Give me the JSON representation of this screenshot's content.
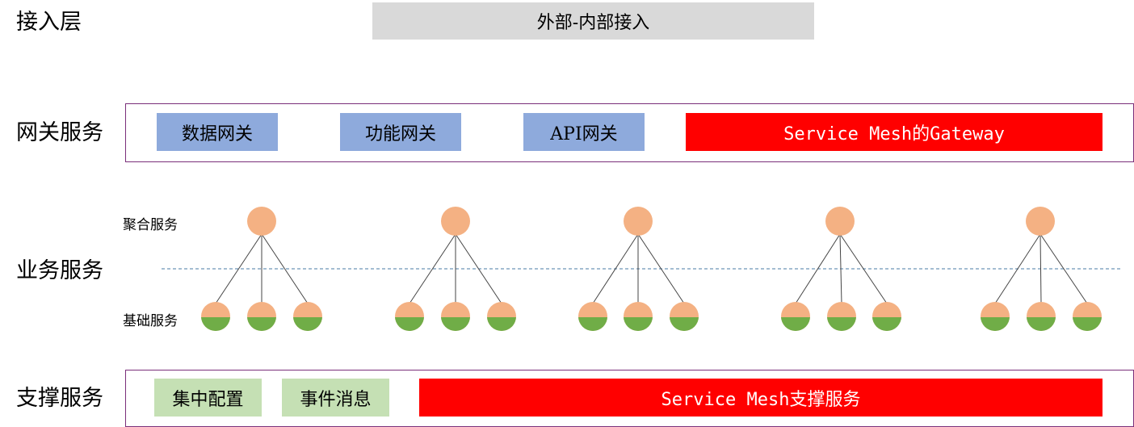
{
  "access_layer": {
    "label": "接入层",
    "bar_label": "外部-内部接入"
  },
  "gateway_layer": {
    "label": "网关服务",
    "items": [
      "数据网关",
      "功能网关",
      "API网关"
    ],
    "mesh_item": "Service Mesh的Gateway"
  },
  "business_layer": {
    "label": "业务服务",
    "aggregate_label": "聚合服务",
    "base_label": "基础服务",
    "group_count": 5,
    "children_per_group": 3
  },
  "support_layer": {
    "label": "支撑服务",
    "items": [
      "集中配置",
      "事件消息"
    ],
    "mesh_item": "Service Mesh支撑服务"
  },
  "colors": {
    "access_bar": "#d9d9d9",
    "gateway_box": "#8eaadc",
    "support_box": "#c5e0b4",
    "mesh_box": "#ff0000",
    "frame_border": "#7a2f7a",
    "node_fill": "#f4b183",
    "node_base_fill": "#70ad47",
    "dashed_line": "#4a7ba6"
  }
}
